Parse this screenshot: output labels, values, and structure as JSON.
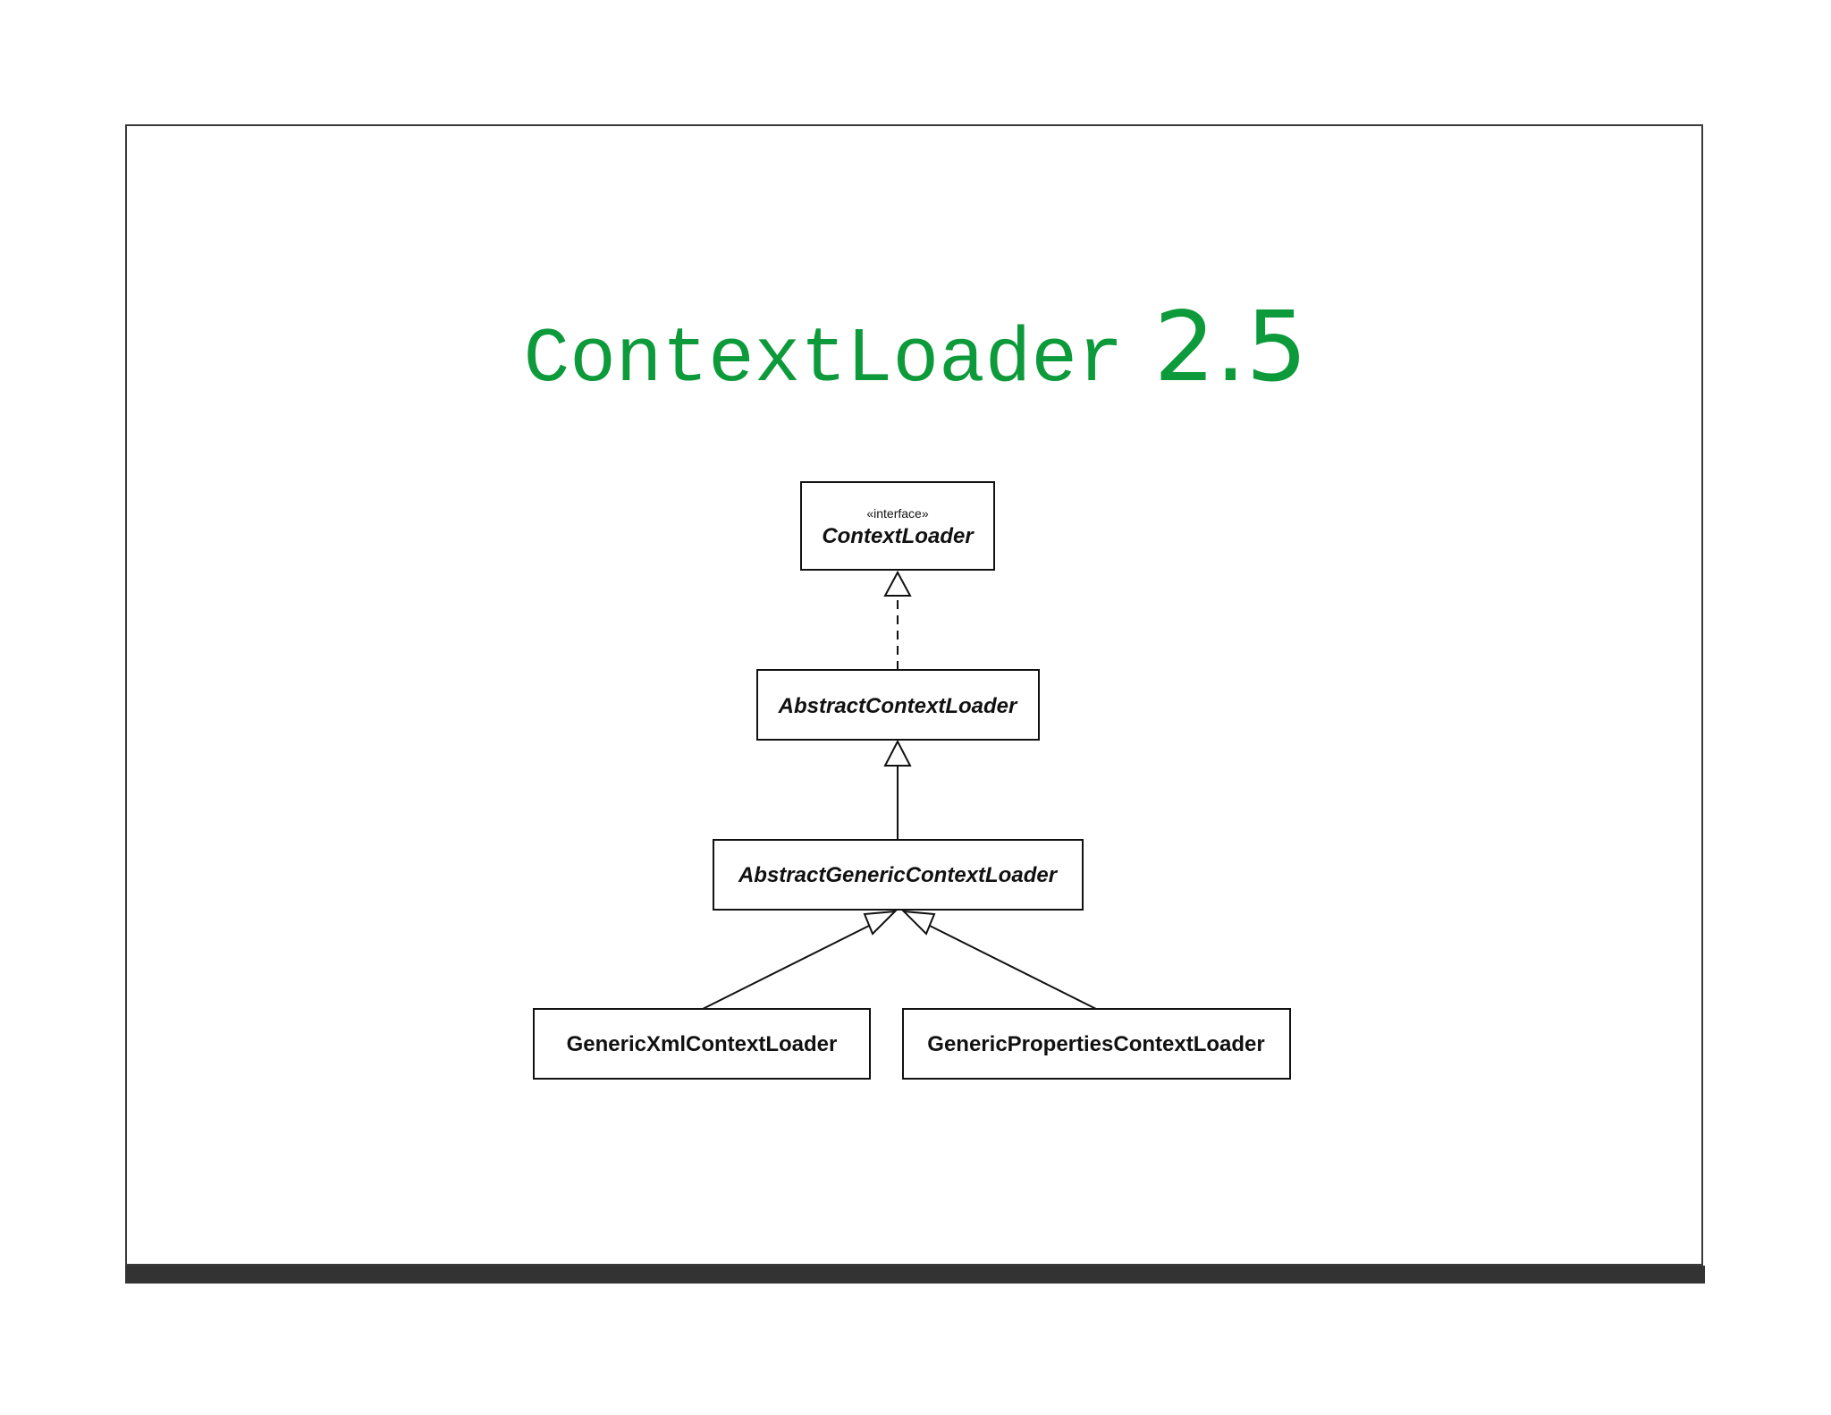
{
  "slide": {
    "title": "ContextLoader",
    "version": "2.5",
    "title_color": "#0d9a3a",
    "border_color": "#3a3a3a",
    "bar_color": "#333333"
  },
  "diagram": {
    "nodes": {
      "context_loader": {
        "stereotype": "«interface»",
        "label": "ContextLoader"
      },
      "abstract_context_loader": {
        "label": "AbstractContextLoader"
      },
      "abstract_generic_context_loader": {
        "label": "AbstractGenericContextLoader"
      },
      "generic_xml_context_loader": {
        "label": "GenericXmlContextLoader"
      },
      "generic_properties_context_loader": {
        "label": "GenericPropertiesContextLoader"
      }
    },
    "edges": [
      {
        "from": "abstract_context_loader",
        "to": "context_loader",
        "type": "realization"
      },
      {
        "from": "abstract_generic_context_loader",
        "to": "abstract_context_loader",
        "type": "generalization"
      },
      {
        "from": "generic_xml_context_loader",
        "to": "abstract_generic_context_loader",
        "type": "generalization"
      },
      {
        "from": "generic_properties_context_loader",
        "to": "abstract_generic_context_loader",
        "type": "generalization"
      }
    ]
  }
}
